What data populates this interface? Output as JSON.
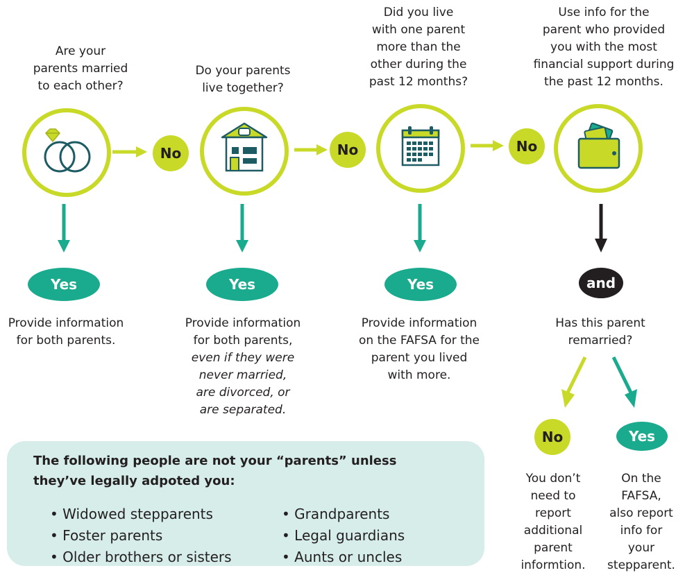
{
  "colors": {
    "accent_lime": "#c8d928",
    "accent_teal": "#1aaa8e",
    "dark": "#231f20",
    "box_bg": "#d6ede9"
  },
  "steps": [
    {
      "question": "Are your\nparents married\nto each other?",
      "icon": "wedding-rings-icon"
    },
    {
      "question": "Do your parents\nlive together?",
      "icon": "house-icon"
    },
    {
      "question": "Did you live\nwith one parent\nmore than the\nother during the\npast 12 months?",
      "icon": "calendar-icon"
    },
    {
      "question": "Use info for the\nparent who provided\nyou with the most\nfinancial support during\nthe past 12 months.",
      "icon": "wallet-icon"
    }
  ],
  "no_label": "No",
  "yes_label": "Yes",
  "and_label": "and",
  "answers": [
    {
      "line1": "Provide information",
      "line2": "for both parents."
    },
    {
      "line1": "Provide information",
      "line2": "for both parents,",
      "em1": "even if they were",
      "em2": "never married,",
      "em3": "are divorced, or",
      "em4": "are separated."
    },
    {
      "line1": "Provide information",
      "line2": "on the FAFSA for the",
      "line3": "parent you lived",
      "line4": "with more."
    }
  ],
  "remarried": {
    "question_line1": "Has this parent",
    "question_line2": "remarried?",
    "no_answer": [
      "You don’t",
      "need to",
      "report",
      "additional",
      "parent",
      "informtion."
    ],
    "yes_answer": [
      "On the",
      "FAFSA,",
      "also report",
      "info for",
      "your",
      "stepparent."
    ]
  },
  "not_parents": {
    "title_line1": "The following people are not your “parents” unless",
    "title_line2": "they’ve legally adpoted you:",
    "left": [
      "Widowed stepparents",
      "Foster parents",
      "Older brothers or sisters"
    ],
    "right": [
      "Grandparents",
      "Legal guardians",
      "Aunts or uncles"
    ]
  }
}
